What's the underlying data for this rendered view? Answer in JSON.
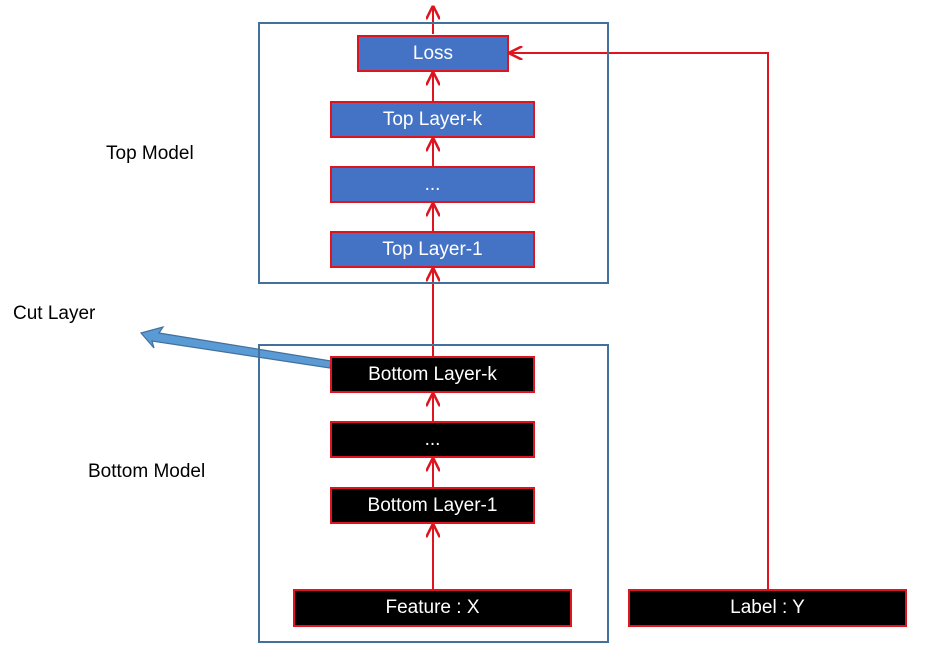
{
  "labels": {
    "top_model": "Top Model",
    "bottom_model": "Bottom Model",
    "cut_layer": "Cut Layer"
  },
  "top_model": {
    "nodes": [
      "Loss",
      "Top Layer-k",
      "...",
      "Top Layer-1"
    ]
  },
  "bottom_model": {
    "nodes": [
      "Bottom Layer-k",
      "...",
      "Bottom Layer-1"
    ]
  },
  "inputs": {
    "feature": "Feature : X",
    "label": "Label : Y"
  },
  "colors": {
    "container_border": "#41719c",
    "top_node_fill": "#4472c4",
    "bottom_node_fill": "#000000",
    "arrow": "#e0141e",
    "cut_arrow": "#5b9bd5"
  }
}
